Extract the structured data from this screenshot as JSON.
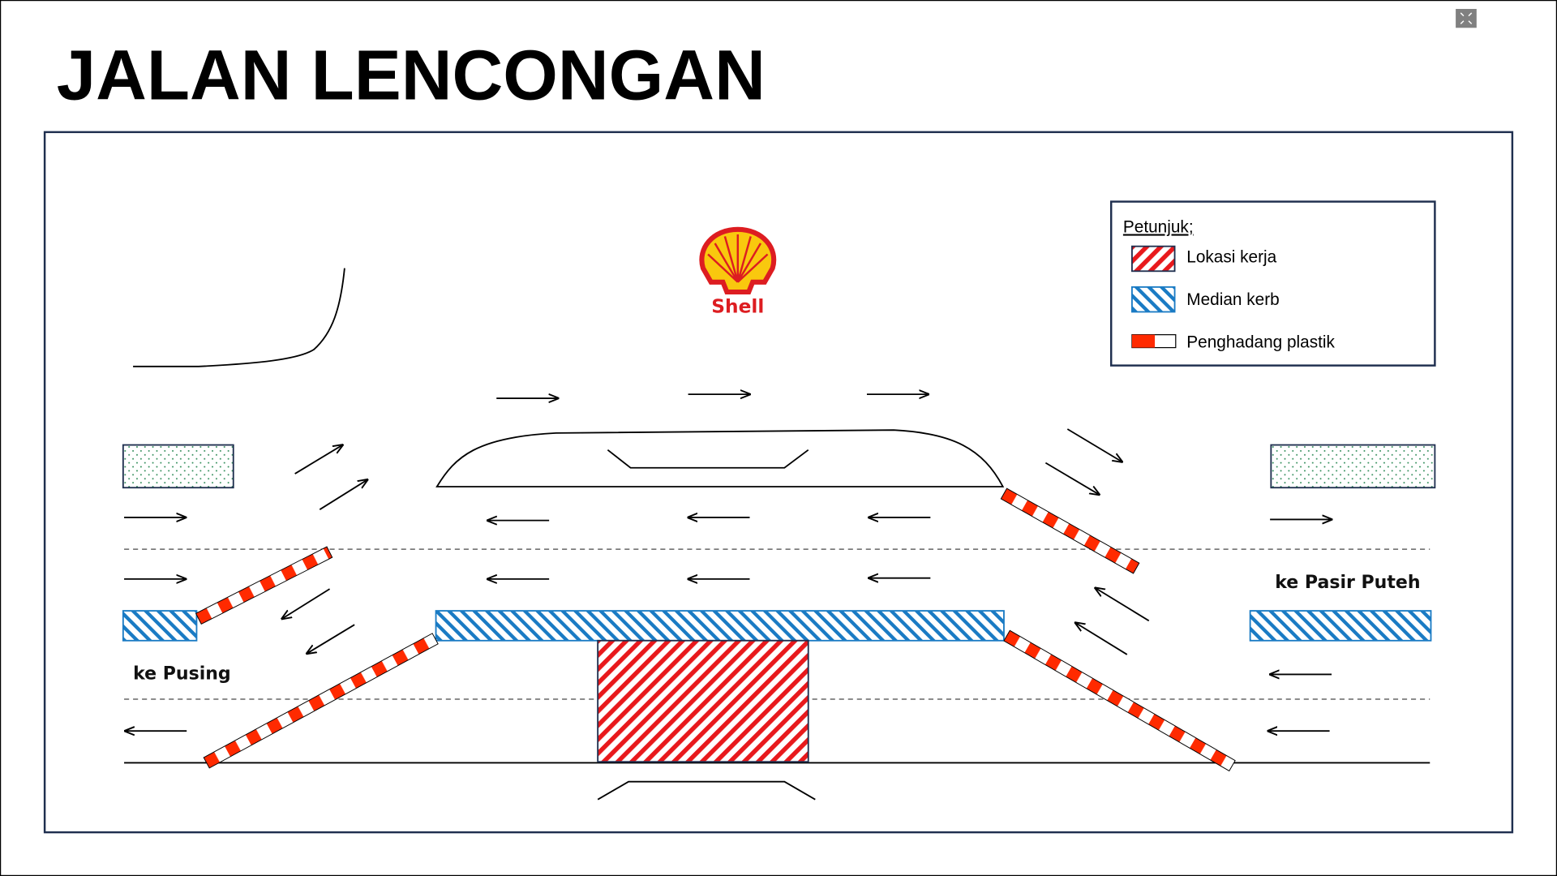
{
  "title": "JALAN LENCONGAN",
  "legend": {
    "heading": "Petunjuk;",
    "items": [
      {
        "label": "Lokasi kerja"
      },
      {
        "label": "Median kerb"
      },
      {
        "label": "Penghadang plastik"
      }
    ]
  },
  "logo": {
    "text": "Shell"
  },
  "labels": {
    "left_destination": "ke Pusing",
    "right_destination": "ke Pasir Puteh"
  },
  "colors": {
    "work_area": "#e8191c",
    "median": "#1a7bc4",
    "barrier": "#ff2a00",
    "frame": "#1f2f4f",
    "green_area": "#2e8b57"
  }
}
